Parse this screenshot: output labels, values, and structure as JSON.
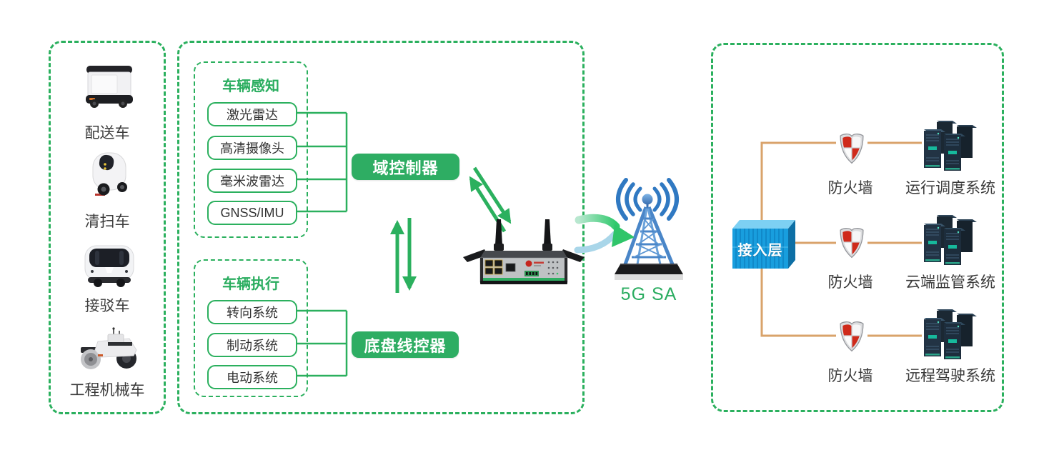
{
  "left_panel": {
    "vehicles": [
      {
        "icon": "delivery-robot-icon",
        "label": "配送车"
      },
      {
        "icon": "sweeper-pod-icon",
        "label": "清扫车"
      },
      {
        "icon": "shuttle-bus-icon",
        "label": "接驳车"
      },
      {
        "icon": "road-roller-icon",
        "label": "工程机械车"
      }
    ]
  },
  "middle_panel": {
    "perception": {
      "title": "车辆感知",
      "items": [
        "激光雷达",
        "高清摄像头",
        "毫米波雷达",
        "GNSS/IMU"
      ]
    },
    "execution": {
      "title": "车辆执行",
      "items": [
        "转向系统",
        "制动系统",
        "电动系统"
      ]
    },
    "domain_controller_label": "域控制器",
    "chassis_controller_label": "底盘线控器",
    "router_icon": "5g-industrial-router-icon"
  },
  "network": {
    "tower_icon": "5g-base-station-icon",
    "uplink_icon": "swoosh-arrow-icon",
    "tower_label": "5G SA"
  },
  "right_panel": {
    "access_layer_label": "接入层",
    "access_layer_icon": "access-layer-box-icon",
    "rows": [
      {
        "firewall_icon": "firewall-shield-icon",
        "firewall_label": "防火墙",
        "system_icon": "server-rack-icon",
        "system_label": "运行调度系统"
      },
      {
        "firewall_icon": "firewall-shield-icon",
        "firewall_label": "防火墙",
        "system_icon": "server-rack-icon",
        "system_label": "云端监管系统"
      },
      {
        "firewall_icon": "firewall-shield-icon",
        "firewall_label": "防火墙",
        "system_icon": "server-rack-icon",
        "system_label": "远程驾驶系统"
      }
    ]
  },
  "colors": {
    "green": "#2bb05e",
    "tan_line": "#d9a36b",
    "access_blue": "#189ede",
    "shield_red": "#cf2a1b"
  }
}
